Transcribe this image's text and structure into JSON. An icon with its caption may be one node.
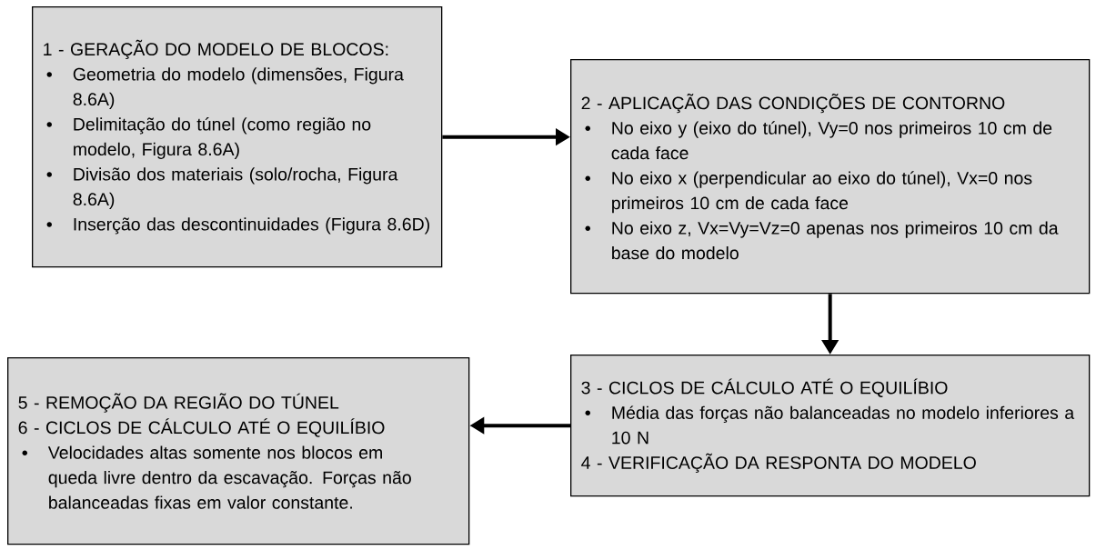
{
  "diagram": {
    "nodes": [
      {
        "text": [
          "1 - GERAÇÃO DO MODELO DE BLOCOS:",
          "Geometria do modelo (dimensões, Figura 8.6A)",
          "Delimitação do túnel (como região no modelo, Figura 8.6A)",
          "Divisão dos materiais (solo/rocha, Figura 8.6A)",
          "Inserção das descontinuidades (Figura 8.6D)"
        ]
      },
      {
        "text": [
          "2 - APLICAÇÃO DAS CONDIÇÕES DE CONTORNO",
          "No eixo y (eixo do túnel), Vy=0 nos primeiros 10 cm de cada face",
          "No eixo x (perpendicular ao eixo do túnel), Vx=0 nos primeiros 10 cm de cada face",
          "No eixo z, Vx=Vy=Vz=0 apenas nos primeiros 10 cm da base do modelo"
        ]
      },
      {
        "text": [
          "3 - CICLOS DE CÁLCULO ATÉ O EQUILÍBIO",
          "Média das forças não balanceadas no modelo inferiores a 10 N",
          "4 - VERIFICAÇÃO DA RESPONTA DO MODELO"
        ]
      },
      {
        "text": [
          "5 - REMOÇÃO DA REGIÃO DO TÚNEL",
          "6 - CICLOS DE CÁLCULO ATÉ O EQUILÍBIO",
          "Velocidades altas somente nos blocos em queda livre dentro da escavação. Forças não balanceadas fixas em valor constante."
        ]
      }
    ],
    "edges": [
      {
        "from": 0,
        "to": 1,
        "arrow": "to"
      },
      {
        "from": 1,
        "to": 2,
        "arrow": "to"
      },
      {
        "from": 2,
        "to": 3,
        "arrow": "to"
      }
    ]
  }
}
